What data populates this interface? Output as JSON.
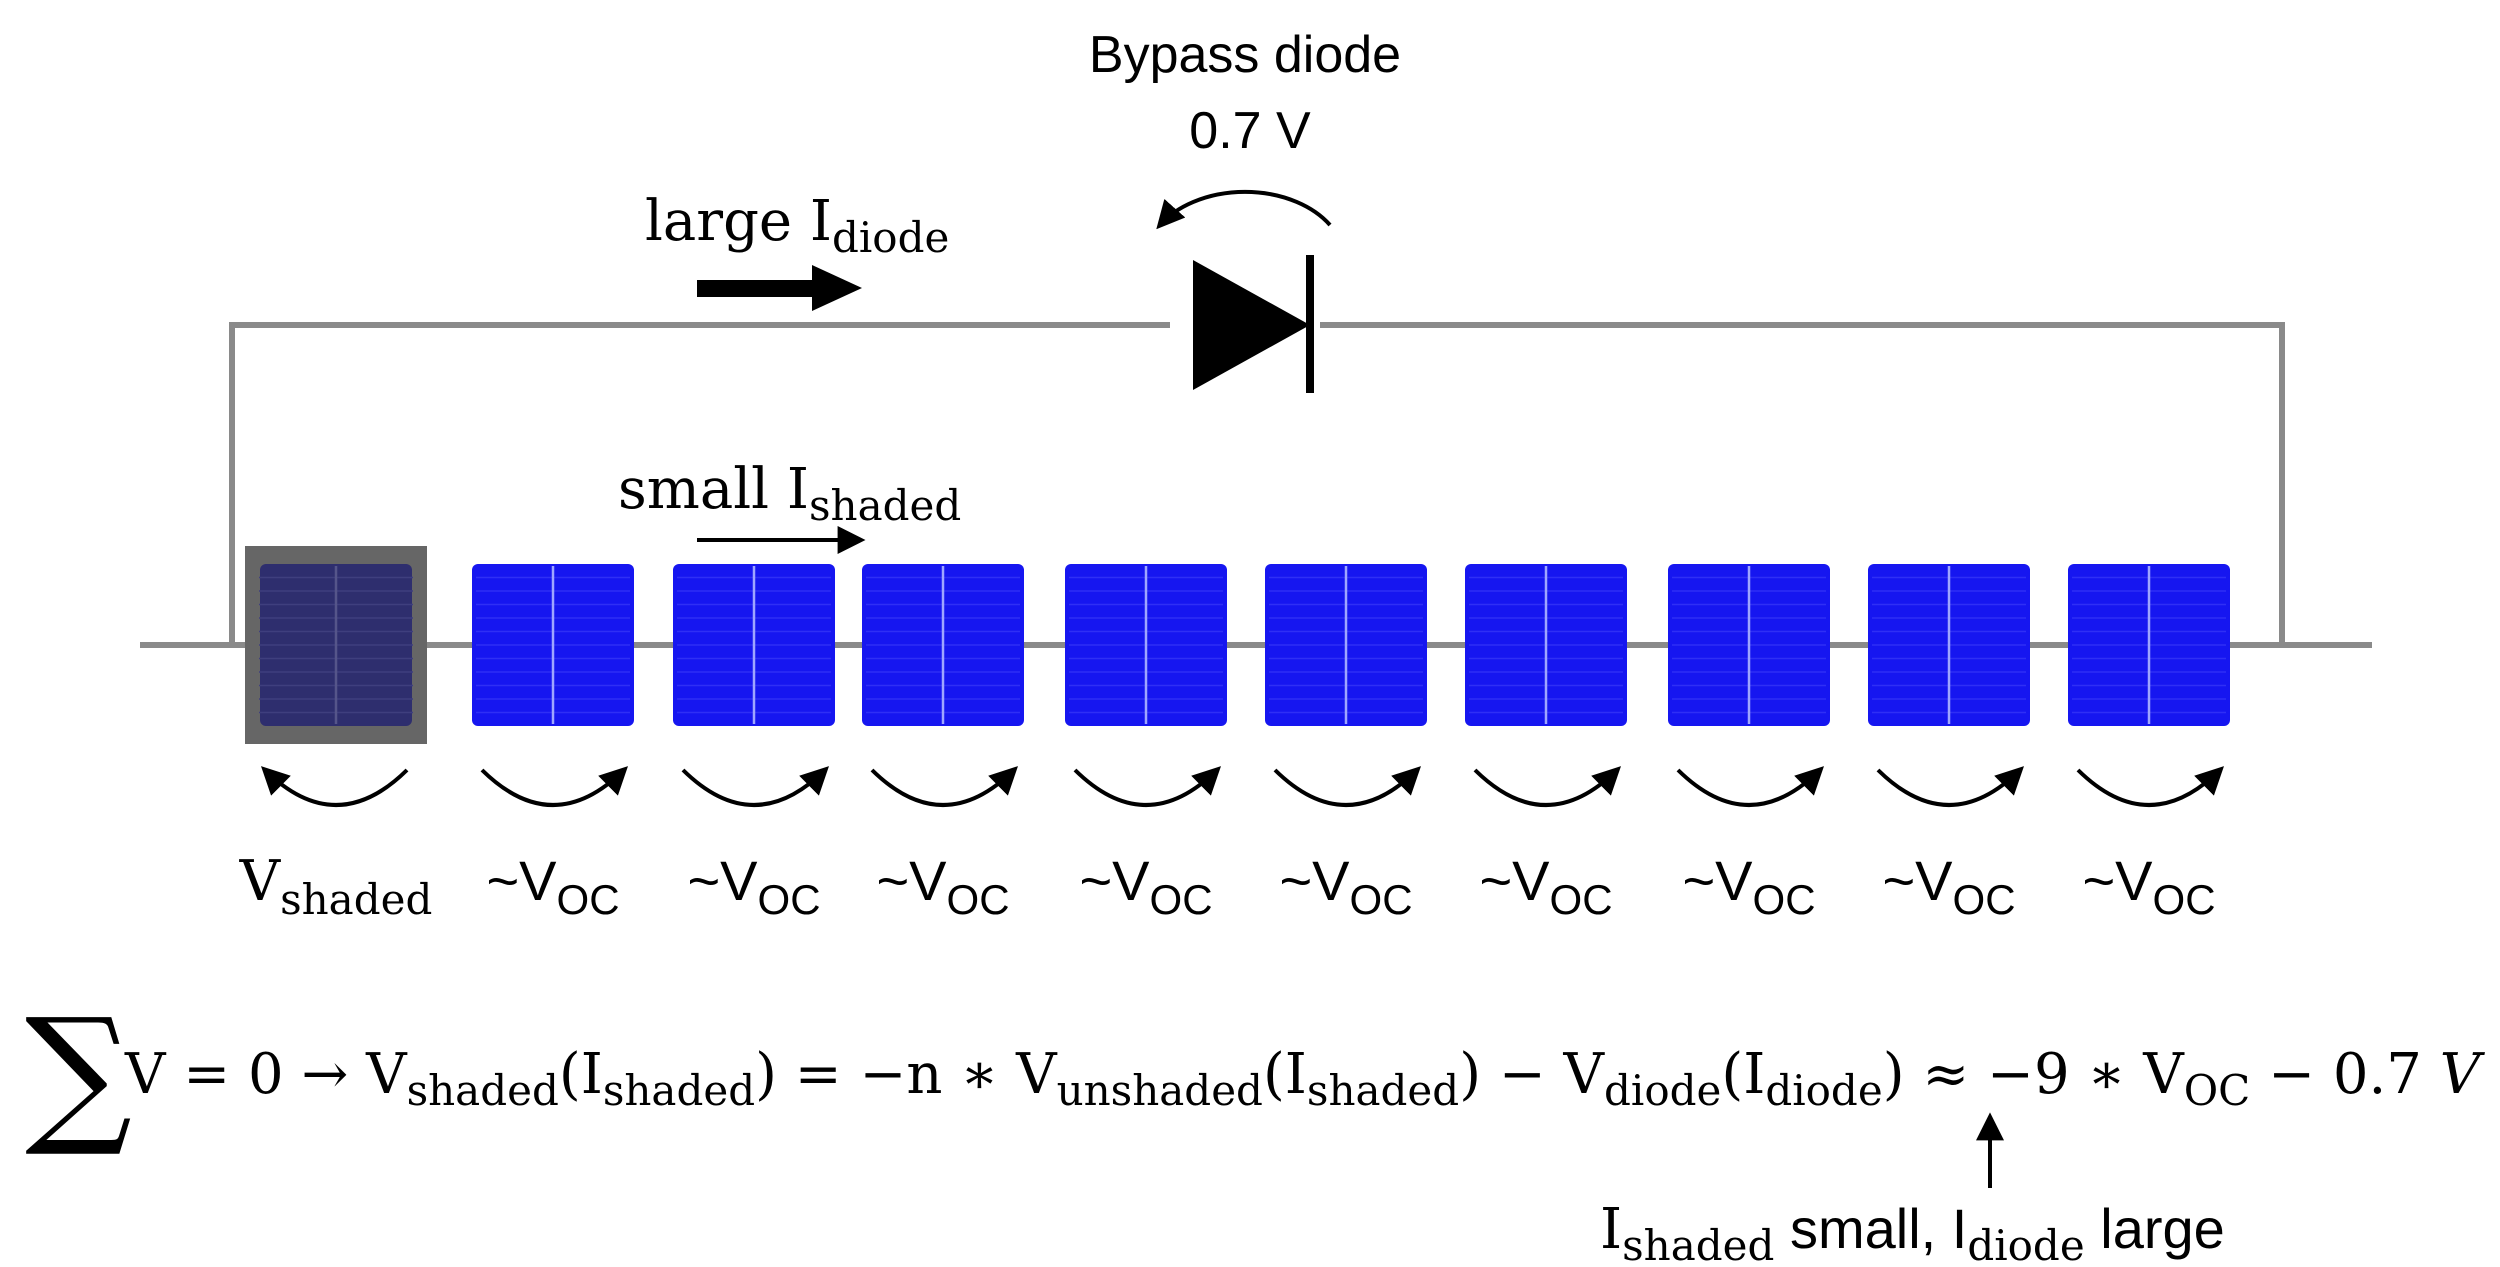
{
  "diagram": {
    "colors": {
      "wire": "#8a8a8a",
      "cell_blue": "#1616f0",
      "cell_line": "#9fa6ff",
      "shaded_frame": "#666666",
      "shaded_cell": "#2e2e6e",
      "ink": "#000000"
    },
    "diode": {
      "title": "Bypass diode",
      "voltage": "0.7 V",
      "icon": "diode-icon"
    },
    "currents": {
      "diode_prefix": "large I",
      "diode_sub": "diode",
      "shaded_prefix": "small I",
      "shaded_sub": "shaded"
    },
    "cells": [
      {
        "shaded": true,
        "label_main": "V",
        "label_sub": "shaded"
      },
      {
        "shaded": false,
        "label_main": "~V",
        "label_sub": "OC"
      },
      {
        "shaded": false,
        "label_main": "~V",
        "label_sub": "OC"
      },
      {
        "shaded": false,
        "label_main": "~V",
        "label_sub": "OC"
      },
      {
        "shaded": false,
        "label_main": "~V",
        "label_sub": "OC"
      },
      {
        "shaded": false,
        "label_main": "~V",
        "label_sub": "OC"
      },
      {
        "shaded": false,
        "label_main": "~V",
        "label_sub": "OC"
      },
      {
        "shaded": false,
        "label_main": "~V",
        "label_sub": "OC"
      },
      {
        "shaded": false,
        "label_main": "~V",
        "label_sub": "OC"
      },
      {
        "shaded": false,
        "label_main": "~V",
        "label_sub": "OC"
      }
    ],
    "equation": {
      "sum": "∑",
      "p1": "V = 0  → V",
      "s1": "shaded",
      "p2": "(I",
      "s2": "shaded",
      "p3": ") = −n ∗ V",
      "s3": "unshaded",
      "p4": "(I",
      "s4": "shaded",
      "p5": ") − V",
      "s5": "diode",
      "p6": "(I",
      "s6": "diode",
      "p7": ") ≈ −9 ∗ V",
      "s7": "OC",
      "p8": " − 0.7 ",
      "unit": "V"
    },
    "note": {
      "i1": "I",
      "s1": "shaded",
      "t1": " small, I",
      "s2": "diode",
      "t2": " large"
    }
  }
}
